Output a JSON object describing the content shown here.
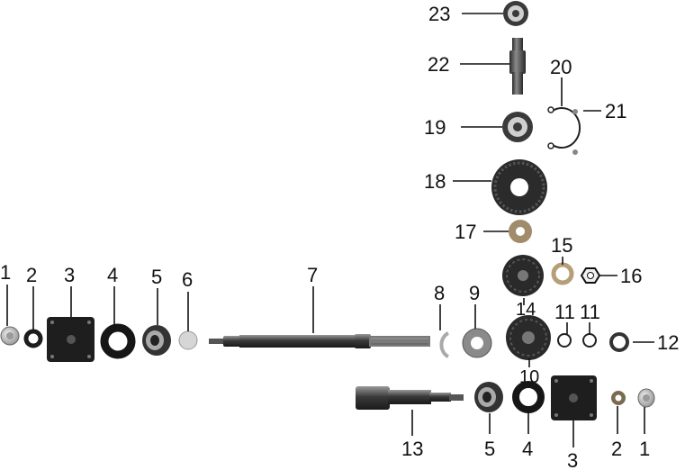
{
  "diagram": {
    "labels": {
      "l1a": "1",
      "l2a": "2",
      "l3a": "3",
      "l4a": "4",
      "l5a": "5",
      "l6": "6",
      "l7": "7",
      "l8": "8",
      "l9": "9",
      "l10": "10",
      "l11a": "11",
      "l11b": "11",
      "l12": "12",
      "l13": "13",
      "l14": "14",
      "l15": "15",
      "l16": "16",
      "l17": "17",
      "l18": "18",
      "l19": "19",
      "l20": "20",
      "l21": "21",
      "l22": "22",
      "l23": "23",
      "l5b": "5",
      "l4b": "4",
      "l3b": "3",
      "l2b": "2",
      "l1b": "1"
    }
  },
  "colors": {
    "metal_dark": "#2b2b2b",
    "metal_mid": "#6e6e6e",
    "metal_light": "#bdbdbd",
    "washer_bronze": "#a08c6a",
    "bg": "#ffffff"
  }
}
